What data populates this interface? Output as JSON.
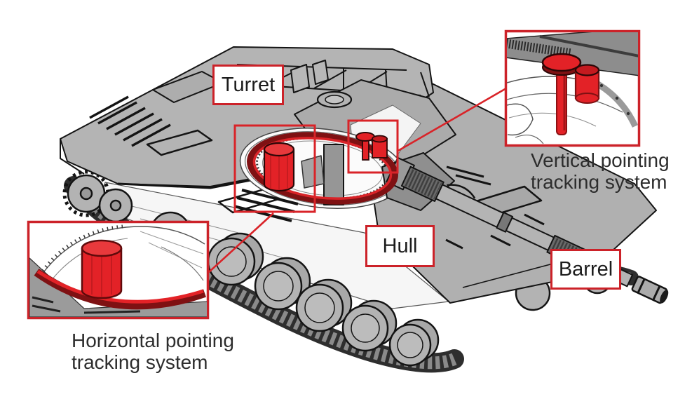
{
  "diagram": {
    "subject": "Tank pointing and tracking systems annotated illustration",
    "labels": {
      "turret": "Turret",
      "hull": "Hull",
      "barrel": "Barrel"
    },
    "captions": {
      "vertical_system": {
        "line1": "Vertical pointing",
        "line2": "tracking system"
      },
      "horizontal_system": {
        "line1": "Horizontal pointing",
        "line2": "tracking system"
      }
    },
    "colors": {
      "highlight_red": "#cf2127",
      "component_red": "#e32227",
      "dark_red": "#7f1113",
      "label_border_red": "#cc2229",
      "tank_gray": "#b3b3b3",
      "track_dark": "#3a3a3a",
      "outline_black": "#141414",
      "text_dark": "#2d2d2d",
      "background": "#ffffff"
    }
  }
}
